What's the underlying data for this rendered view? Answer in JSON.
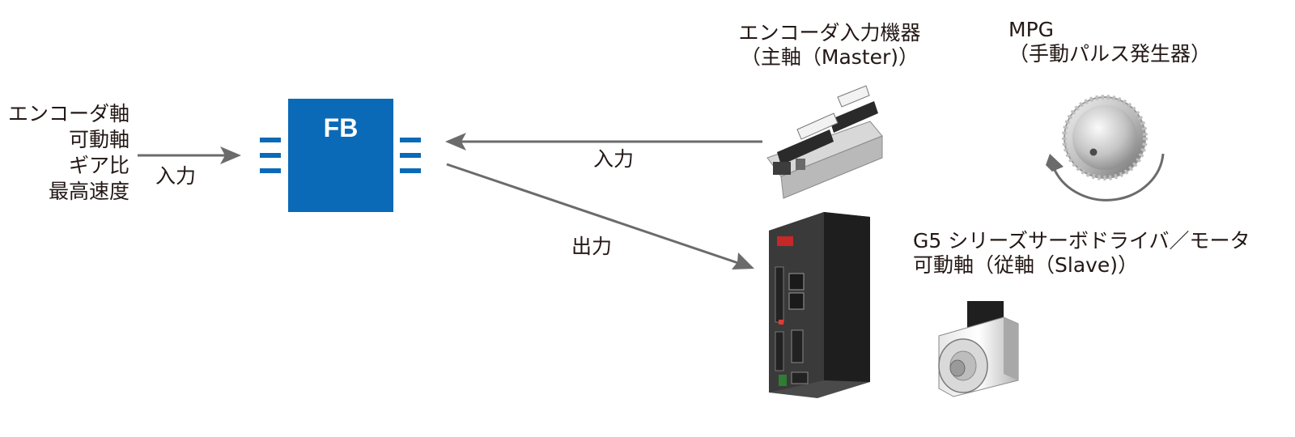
{
  "inputs": {
    "lines": [
      "エンコーダ軸",
      "可動軸",
      "ギア比",
      "最高速度"
    ],
    "arrow_label": "入力"
  },
  "fb": {
    "label": "FB"
  },
  "encoder": {
    "line1": "エンコーダ入力機器",
    "line2": "（主軸（Master)）"
  },
  "mpg": {
    "line1": "MPG",
    "line2": "（手動パルス発生器）"
  },
  "arrows": {
    "input_label": "入力",
    "output_label": "出力"
  },
  "servo": {
    "line1": "G5 シリーズサーボドライバ／モータ",
    "line2": "可動軸（従軸（Slave)）"
  },
  "colors": {
    "fb_blue": "#0a6ab7",
    "arrow_gray": "#6b6b6b",
    "text": "#231815"
  }
}
